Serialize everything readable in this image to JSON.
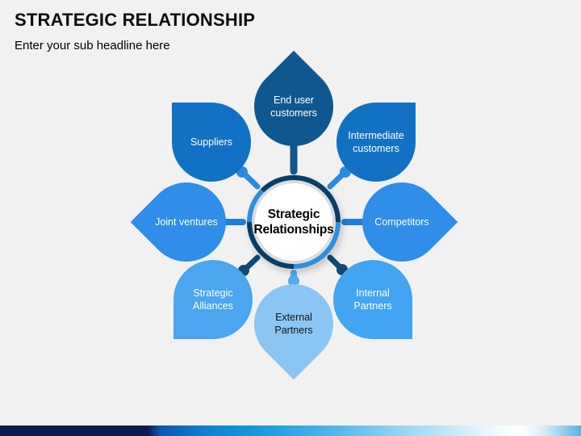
{
  "slide": {
    "title": "STRATEGIC RELATIONSHIP",
    "subtitle": "Enter your sub headline here",
    "colors": {
      "background": "#f1f1f2",
      "title_text": "#0d0d0d",
      "footer_left": "#0d1b52",
      "footer_mid": "#1e9ce2",
      "footer_right": "#5cb3e2"
    }
  },
  "diagram": {
    "center": {
      "label": "Strategic Relationships",
      "fill": "#ffffff",
      "ring_color": "#2e8fe0",
      "ring_dark_color": "#0a3d66",
      "text_color": "#000000"
    },
    "petals": [
      {
        "id": "end-user-customers",
        "label": "End user customers",
        "fill": "#0f578f",
        "text_color": "#ffffff",
        "spoke_color": "#0f578f",
        "dot": false
      },
      {
        "id": "intermediate-customers",
        "label": "Intermediate customers",
        "fill": "#1171c4",
        "text_color": "#ffffff",
        "spoke_color": "#2a8ae0",
        "dot": true
      },
      {
        "id": "competitors",
        "label": "Competitors",
        "fill": "#2e8ee9",
        "text_color": "#ffffff",
        "spoke_color": "#1b7fd8",
        "dot": false
      },
      {
        "id": "internal-partners",
        "label": "Internal Partners",
        "fill": "#41a5f4",
        "text_color": "#ffffff",
        "spoke_color": "#0e4a73",
        "dot": true
      },
      {
        "id": "external-partners",
        "label": "External Partners",
        "fill": "#8ac5f4",
        "text_color": "#161616",
        "spoke_color": "#55acf0",
        "dot": true
      },
      {
        "id": "strategic-alliances",
        "label": "Strategic Alliances",
        "fill": "#4ba5ef",
        "text_color": "#ffffff",
        "spoke_color": "#0e4a73",
        "dot": true
      },
      {
        "id": "joint-ventures",
        "label": "Joint ventures",
        "fill": "#2e8ee9",
        "text_color": "#ffffff",
        "spoke_color": "#1b7fd8",
        "dot": false
      },
      {
        "id": "suppliers",
        "label": "Suppliers",
        "fill": "#1171c4",
        "text_color": "#ffffff",
        "spoke_color": "#2a8ae0",
        "dot": true
      }
    ]
  }
}
